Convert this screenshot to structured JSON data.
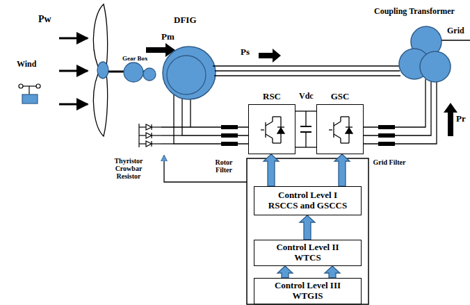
{
  "diagram": {
    "nodes": [
      {
        "text": [
          "RSC"
        ]
      },
      {
        "text": [
          "GSC"
        ]
      },
      {
        "text": [
          "Control Level I",
          "RSCCS and GSCCS"
        ]
      },
      {
        "text": [
          "Control Level II",
          "WTCS"
        ]
      },
      {
        "text": [
          "Control Level III",
          "WTGIS"
        ]
      }
    ],
    "edges": [
      {
        "from": 4,
        "to": 3,
        "arrow": "to"
      },
      {
        "from": 4,
        "to": 3,
        "arrow": "to"
      },
      {
        "from": 3,
        "to": 2,
        "arrow": "to"
      },
      {
        "from": 2,
        "to": 0,
        "arrow": "to"
      },
      {
        "from": 2,
        "to": 1,
        "arrow": "to"
      }
    ],
    "labels": [
      "Pw",
      "Wind",
      "Pm",
      "Gear Box",
      "DFIG",
      "Ps",
      "Coupling Transformer",
      "Grid",
      "Pr",
      "Thyristor Crowbar Resistor",
      "Rotor Filter",
      "Vdc",
      "Grid Filter"
    ]
  }
}
